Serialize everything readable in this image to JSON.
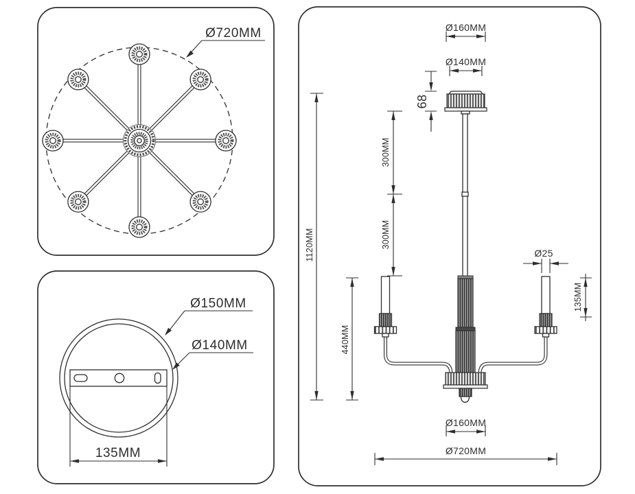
{
  "top_view": {
    "dim_overall_diameter": "Ø720MM"
  },
  "mount_view": {
    "dim_plate_outer": "Ø150MM",
    "dim_plate_inner": "Ø140MM",
    "dim_bracket_width": "135MM"
  },
  "side_view": {
    "dim_canopy_top": "Ø160MM",
    "dim_canopy": "Ø140MM",
    "dim_canopy_height": "68",
    "dim_rod_upper": "300MM",
    "dim_rod_lower": "300MM",
    "dim_overall_height": "1120MM",
    "dim_body_height": "440MM",
    "dim_candle_diameter": "Ø25",
    "dim_candle_height": "135MM",
    "dim_hub_diameter": "Ø160MM",
    "dim_overall_width": "Ø720MM"
  },
  "colors": {
    "line": "#2e2e2e",
    "background": "#ffffff"
  }
}
